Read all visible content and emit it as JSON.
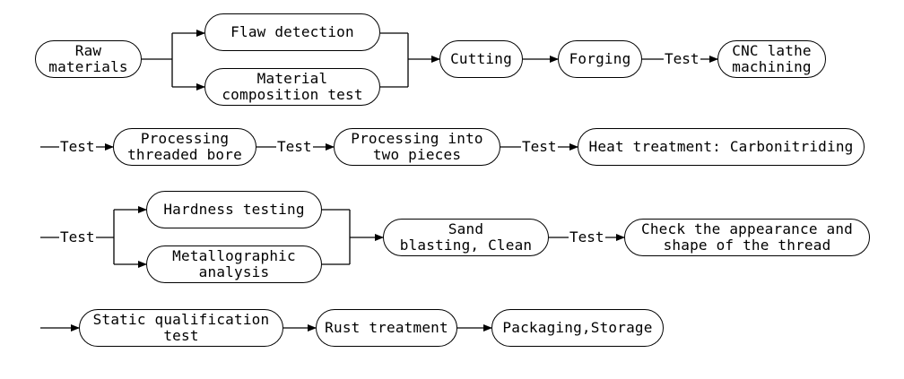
{
  "test_label": "Test",
  "nodes": {
    "raw_materials": "Raw\nmaterials",
    "flaw_detection": "Flaw detection",
    "material_composition_test": "Material\ncomposition test",
    "cutting": "Cutting",
    "forging": "Forging",
    "cnc_lathe_machining": "CNC lathe\nmachining",
    "processing_threaded_bore": "Processing\nthreaded bore",
    "processing_two_pieces": "Processing into\ntwo pieces",
    "heat_treatment": "Heat treatment: Carbonitriding",
    "hardness_testing": "Hardness testing",
    "metallographic_analysis": "Metallographic\nanalysis",
    "sand_blasting": "Sand\nblasting, Clean",
    "check_thread": "Check the appearance and\nshape of the thread",
    "static_qualification": "Static qualification\ntest",
    "rust_treatment": "Rust treatment",
    "packaging_storage": "Packaging,Storage"
  }
}
